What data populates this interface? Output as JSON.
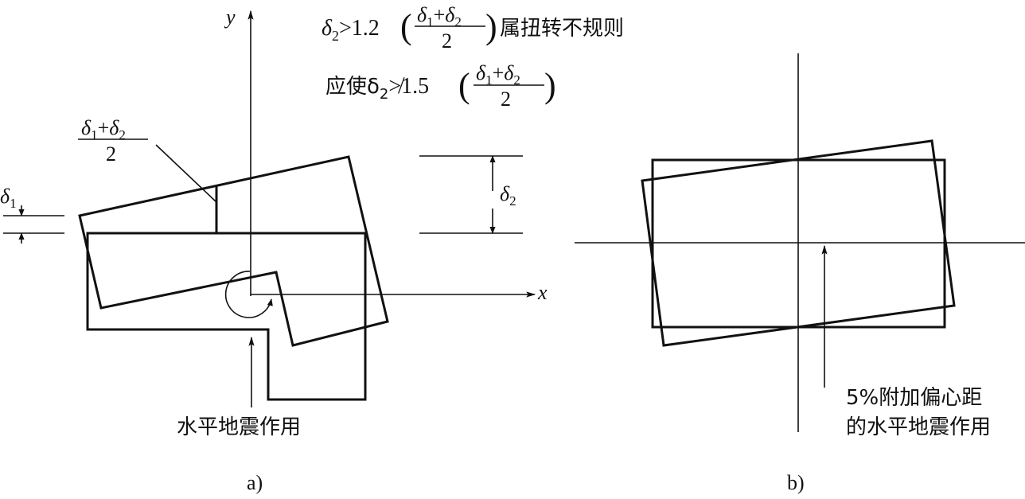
{
  "panel_a": {
    "axis_x": "x",
    "axis_y": "y",
    "formula1": {
      "lhs": "δ",
      "lhs_sub": "2",
      "op": ">1.2",
      "num_a": "δ",
      "num_a_sub": "1",
      "num_plus": "+",
      "num_b": "δ",
      "num_b_sub": "2",
      "den": "2",
      "suffix": "属扭转不规则"
    },
    "formula2": {
      "prefix": "应使δ",
      "prefix_sub": "2",
      "op": "≯1.5",
      "num_a": "δ",
      "num_a_sub": "1",
      "num_plus": "+",
      "num_b": "δ",
      "num_b_sub": "2",
      "den": "2"
    },
    "avg_label": {
      "num_a": "δ",
      "num_a_sub": "1",
      "num_plus": "+",
      "num_b": "δ",
      "num_b_sub": "2",
      "den": "2"
    },
    "delta1": "δ",
    "delta1_sub": "1",
    "delta2": "δ",
    "delta2_sub": "2",
    "load_label": "水平地震作用",
    "caption": "a)"
  },
  "panel_b": {
    "load_label_line1": "5%附加偏心距",
    "load_label_line2": "的水平地震作用",
    "caption": "b)"
  }
}
